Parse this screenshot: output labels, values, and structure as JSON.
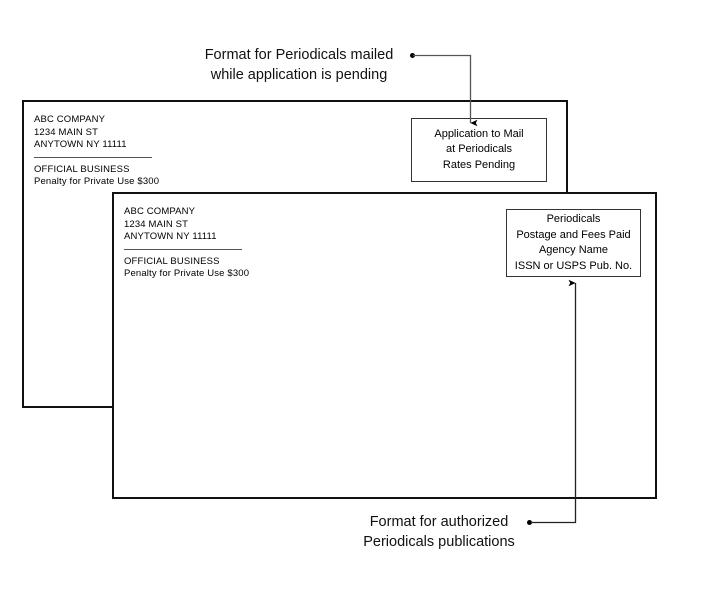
{
  "figure": {
    "title": "Periodicals envelope format comparison",
    "background_color": "#ffffff",
    "ink_color": "#000000"
  },
  "captions": {
    "pending": {
      "line1": "Format for Periodicals mailed",
      "line2": "while application is pending"
    },
    "authorized": {
      "line1": "Format for authorized",
      "line2": "Periodicals publications"
    }
  },
  "envelopes": [
    {
      "id": "pending",
      "return_address": {
        "company": "ABC COMPANY",
        "street": "1234 MAIN ST",
        "city_state_zip": "ANYTOWN NY 11111",
        "legend1": "OFFICIAL BUSINESS",
        "legend2": "Penalty for Private Use $300"
      },
      "permit_box": {
        "line1": "Application to Mail",
        "line2": "at Periodicals",
        "line3": "Rates Pending"
      }
    },
    {
      "id": "authorized",
      "return_address": {
        "company": "ABC COMPANY",
        "street": "1234 MAIN ST",
        "city_state_zip": "ANYTOWN NY 11111",
        "legend1": "OFFICIAL BUSINESS",
        "legend2": "Penalty for Private Use $300"
      },
      "permit_box": {
        "line1": "Periodicals",
        "line2": "Postage and Fees Paid",
        "line3": "Agency Name",
        "line4": "ISSN or USPS Pub. No."
      }
    }
  ]
}
